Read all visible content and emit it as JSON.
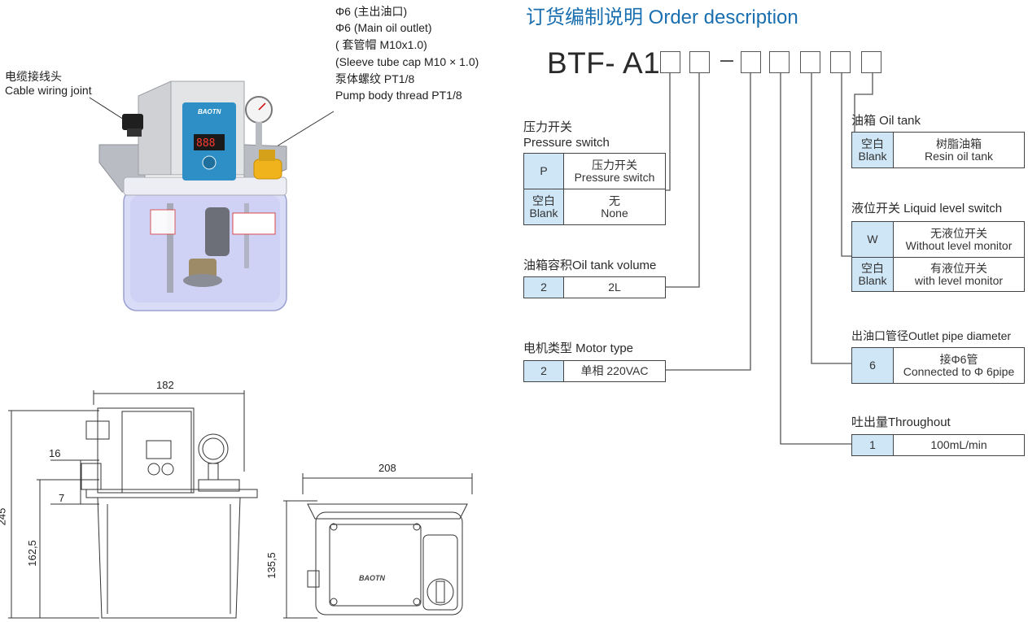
{
  "left_callouts": {
    "cable_cn": "电缆接线头",
    "cable_en": "Cable wiring joint",
    "outlet_lines": [
      "Φ6 (主出油口)",
      "Φ6 (Main oil outlet)",
      "( 套管帽 M10x1.0)",
      "(Sleeve tube cap M10 × 1.0)",
      "泵体螺纹 PT1/8",
      "Pump body thread PT1/8"
    ]
  },
  "device_brand": "BAOTN",
  "dimensions": {
    "front_width": "182",
    "front_height": "245",
    "front_mid_height": "162,5",
    "front_offset_a": "16",
    "front_offset_b": "7",
    "side_width": "208",
    "side_height": "135,5"
  },
  "order": {
    "title": "订货编制说明 Order description",
    "code_prefix": "BTF- A1",
    "pressure_switch": {
      "label_cn": "压力开关",
      "label_en": "Pressure switch",
      "rows": [
        {
          "code": "P",
          "desc_cn": "压力开关",
          "desc_en": "Pressure switch"
        },
        {
          "code_cn": "空白",
          "code_en": "Blank",
          "desc_cn": "无",
          "desc_en": "None"
        }
      ]
    },
    "tank_volume": {
      "label": "油箱容积Oil tank volume",
      "code": "2",
      "desc": "2L"
    },
    "motor_type": {
      "label": "电机类型  Motor type",
      "code": "2",
      "desc": "单相 220VAC"
    },
    "oil_tank": {
      "label": "油箱 Oil tank",
      "code_cn": "空白",
      "code_en": "Blank",
      "desc_cn": "树脂油箱",
      "desc_en": "Resin oil tank"
    },
    "level_switch": {
      "label": "液位开关 Liquid level switch",
      "rows": [
        {
          "code": "W",
          "desc_cn": "无液位开关",
          "desc_en": "Without level monitor"
        },
        {
          "code_cn": "空白",
          "code_en": "Blank",
          "desc_cn": "有液位开关",
          "desc_en": "with level monitor"
        }
      ]
    },
    "outlet_pipe": {
      "label": "出油口管径Outlet pipe diameter",
      "code": "6",
      "desc_cn": "接Φ6管",
      "desc_en": "Connected to Φ 6pipe"
    },
    "throughput": {
      "label": "吐出量Throughout",
      "code": "1",
      "desc": "100mL/min"
    }
  }
}
